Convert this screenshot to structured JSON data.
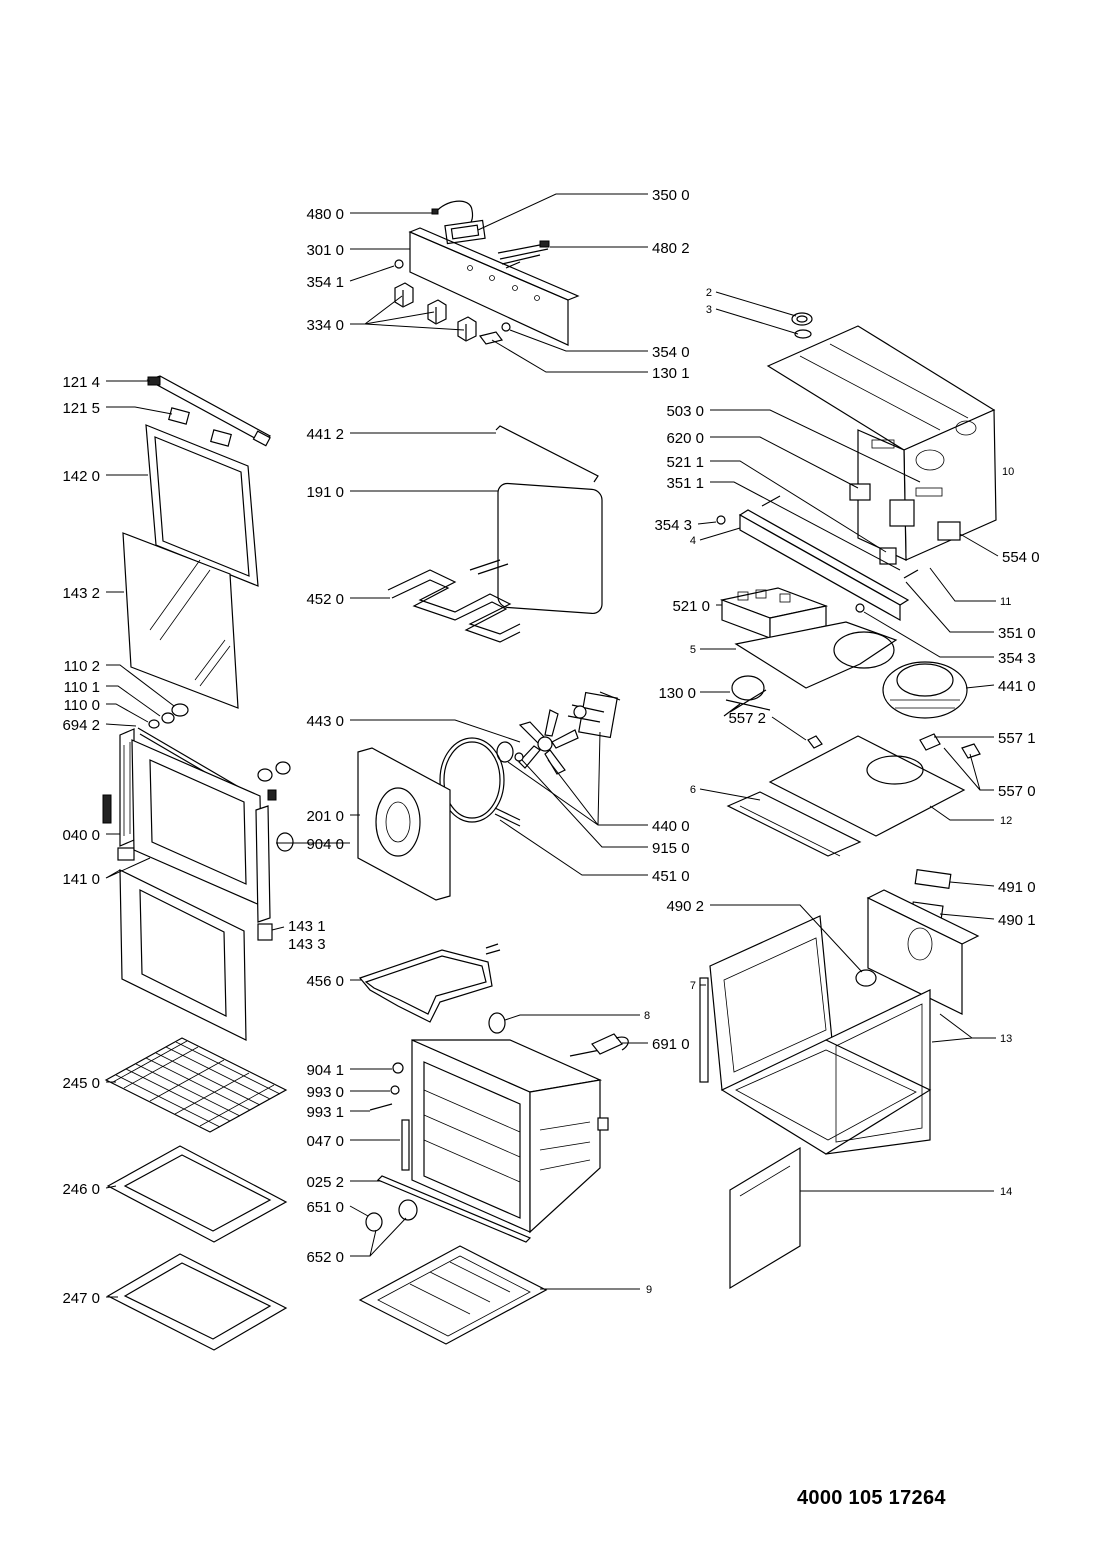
{
  "document_number": "4000 105 17264",
  "labels": {
    "l_480_0": "480 0",
    "l_301_0": "301 0",
    "l_354_1": "354 1",
    "l_334_0": "334 0",
    "l_350_0": "350 0",
    "l_480_2": "480 2",
    "l_354_0": "354 0",
    "l_130_1": "130 1",
    "l_121_4": "121 4",
    "l_121_5": "121 5",
    "l_142_0": "142 0",
    "l_143_2": "143 2",
    "l_110_2": "110 2",
    "l_110_1": "110 1",
    "l_110_0": "110 0",
    "l_694_2": "694 2",
    "l_040_0": "040 0",
    "l_141_0": "141 0",
    "l_245_0": "245 0",
    "l_246_0": "246 0",
    "l_247_0": "247 0",
    "l_441_2": "441 2",
    "l_191_0": "191 0",
    "l_452_0": "452 0",
    "l_443_0": "443 0",
    "l_201_0": "201 0",
    "l_904_0": "904 0",
    "l_143_1": "143 1",
    "l_143_3": "143 3",
    "l_456_0": "456 0",
    "l_440_0": "440 0",
    "l_915_0": "915 0",
    "l_451_0": "451 0",
    "l_904_1": "904 1",
    "l_993_0": "993 0",
    "l_993_1": "993 1",
    "l_047_0": "047 0",
    "l_025_2": "025 2",
    "l_651_0": "651 0",
    "l_652_0": "652 0",
    "l_691_0": "691 0",
    "l_503_0": "503 0",
    "l_620_0": "620 0",
    "l_521_1": "521 1",
    "l_351_1": "351 1",
    "l_354_3a": "354 3",
    "l_554_0": "554 0",
    "l_351_0": "351 0",
    "l_521_0": "521 0",
    "l_354_3b": "354 3",
    "l_130_0": "130 0",
    "l_441_0": "441 0",
    "l_557_2": "557 2",
    "l_557_1": "557 1",
    "l_557_0": "557 0",
    "l_491_0": "491 0",
    "l_490_2": "490 2",
    "l_490_1": "490 1",
    "n_2": "2",
    "n_3": "3",
    "n_10": "10",
    "n_4": "4",
    "n_11": "11",
    "n_5": "5",
    "n_6": "6",
    "n_12": "12",
    "n_7": "7",
    "n_8": "8",
    "n_13": "13",
    "n_14": "14",
    "n_9": "9"
  }
}
